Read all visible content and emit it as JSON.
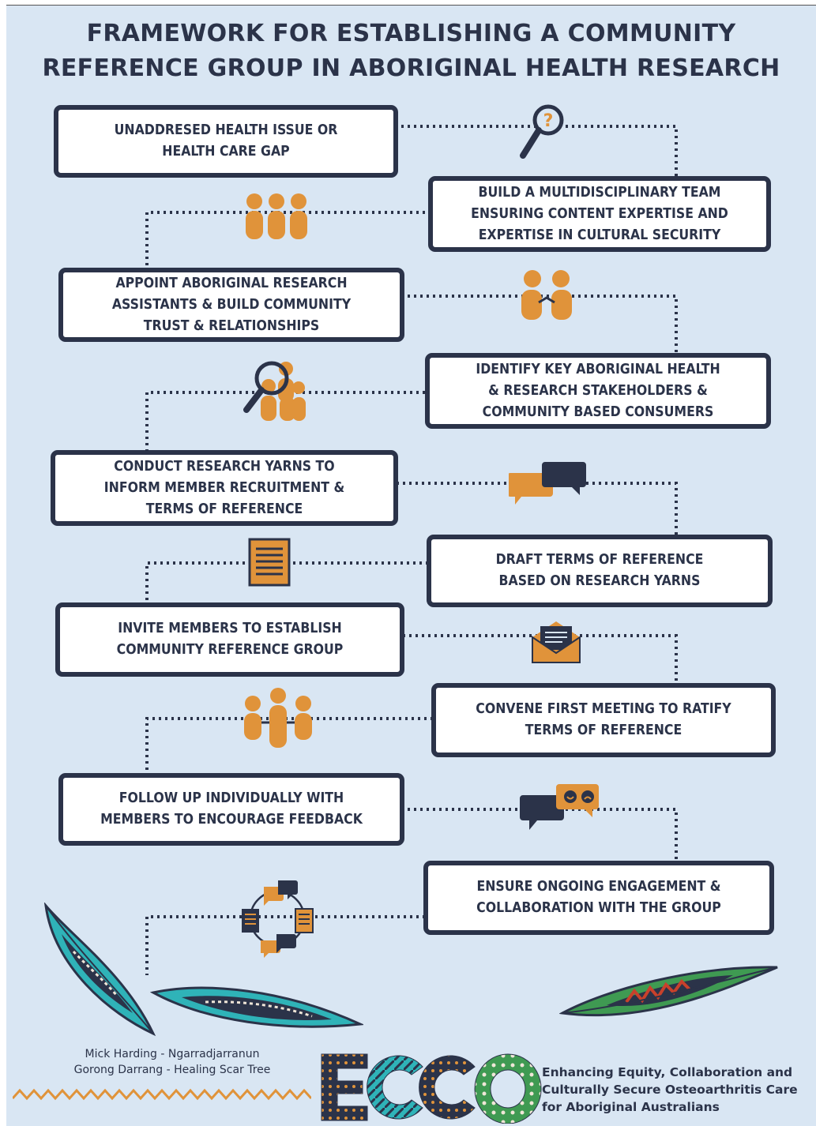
{
  "title_lines": [
    "FRAMEWORK FOR ESTABLISHING A COMMUNITY",
    "REFERENCE GROUP IN ABORIGINAL HEALTH RESEARCH"
  ],
  "steps": [
    {
      "text": "UNADDRESED HEALTH ISSUE OR\nHEALTH CARE GAP",
      "icon": "magnifier-question-icon"
    },
    {
      "text": "BUILD A MULTIDISCIPLINARY TEAM\nENSURING CONTENT EXPERTISE AND\nEXPERTISE IN CULTURAL SECURITY",
      "icon": "team-people-icon"
    },
    {
      "text": "APPOINT ABORIGINAL RESEARCH\nASSISTANTS & BUILD COMMUNITY\nTRUST & RELATIONSHIPS",
      "icon": "handshake-icon"
    },
    {
      "text": "IDENTIFY KEY ABORIGINAL HEALTH\n& RESEARCH STAKEHOLDERS &\nCOMMUNITY BASED CONSUMERS",
      "icon": "search-people-icon"
    },
    {
      "text": "CONDUCT RESEARCH YARNS TO\nINFORM MEMBER RECRUITMENT &\nTERMS OF REFERENCE",
      "icon": "chat-bubbles-icon"
    },
    {
      "text": "DRAFT TERMS OF REFERENCE\nBASED ON RESEARCH YARNS",
      "icon": "document-icon"
    },
    {
      "text": "INVITE MEMBERS TO ESTABLISH\nCOMMUNITY REFERENCE GROUP",
      "icon": "envelope-icon"
    },
    {
      "text": "CONVENE FIRST MEETING TO RATIFY\nTERMS OF REFERENCE",
      "icon": "connected-people-icon"
    },
    {
      "text": "FOLLOW UP INDIVIDUALLY WITH\nMEMBERS TO ENCOURAGE FEEDBACK",
      "icon": "feedback-bubbles-icon"
    },
    {
      "text": "ENSURE ONGOING ENGAGEMENT &\nCOLLABORATION WITH THE GROUP",
      "icon": "collaboration-cycle-icon"
    }
  ],
  "credits": [
    "Mick Harding - Ngarradjarranun",
    "Gorong Darrang - Healing Scar Tree"
  ],
  "logo_text": "ECCO",
  "tagline_lines": [
    "Enhancing Equity, Collaboration and",
    "Culturally Secure Osteoarthritis Care",
    "for Aboriginal Australians"
  ],
  "colors": {
    "navy": "#2b3349",
    "orange": "#e0933a",
    "background": "#d9e6f3",
    "teal": "#2fb3b8",
    "leaf_green": "#3f9a52",
    "leaf_red": "#c8412b"
  }
}
